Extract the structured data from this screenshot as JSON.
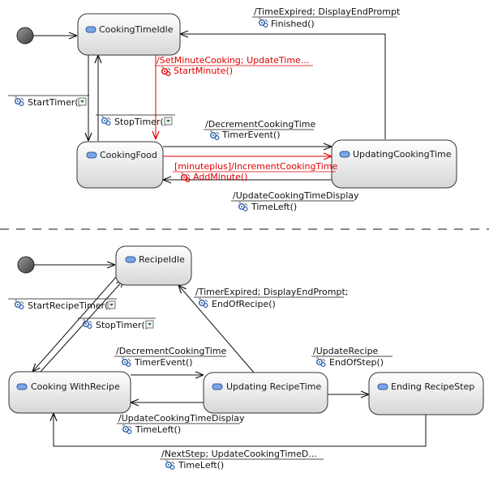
{
  "colors": {
    "state_fill_top": "#ffffff",
    "state_fill_bottom": "#d9d9d9",
    "state_stroke": "#333333",
    "initial_fill": "#555555",
    "edge": "#111111",
    "highlight": "#e00000",
    "state_icon": "#5b8dd6"
  },
  "states": {
    "cooking_time_idle": "CookingTimeIdle",
    "cooking_food": "CookingFood",
    "updating_cooking_time": "UpdatingCookingTime",
    "recipe_idle": "RecipeIdle",
    "cooking_with_recipe": "Cooking WithRecipe",
    "updating_recipe_time": "Updating RecipeTime",
    "ending_recipe_step": "Ending RecipeStep"
  },
  "transitions": {
    "finished": {
      "effect": "/TimeExpired; DisplayEndPrompt",
      "trigger": "Finished()"
    },
    "start_minute": {
      "effect": "/SetMinuteCooking; UpdateTime...",
      "trigger": "StartMinute()"
    },
    "start_timer": {
      "trigger": "StartTimer()"
    },
    "stop_timer_1": {
      "trigger": "StopTimer()"
    },
    "timer_event_1": {
      "effect": "/DecrementCookingTime",
      "trigger": "TimerEvent()"
    },
    "add_minute": {
      "guard": "[minuteplus]/IncrementCookingTime",
      "trigger": "AddMinute()"
    },
    "time_left_1": {
      "effect": "/UpdateCookingTimeDisplay",
      "trigger": "TimeLeft()"
    },
    "start_recipe_timer": {
      "trigger": "StartRecipeTimer()"
    },
    "end_of_recipe": {
      "effect": "/TimerExpired; DisplayEndPrompt;",
      "trigger": "EndOfRecipe()"
    },
    "stop_timer_2": {
      "trigger": "StopTimer()"
    },
    "timer_event_2": {
      "effect": "/DecrementCookingTime",
      "trigger": "TimerEvent()"
    },
    "end_of_step": {
      "effect": "/UpdateRecipe",
      "trigger": "EndOfStep()"
    },
    "time_left_2": {
      "effect": "/UpdateCookingTimeDisplay",
      "trigger": "TimeLeft()"
    },
    "next_step": {
      "effect": "/NextStep; UpdateCookingTimeD...",
      "trigger": "TimeLeft()"
    }
  }
}
